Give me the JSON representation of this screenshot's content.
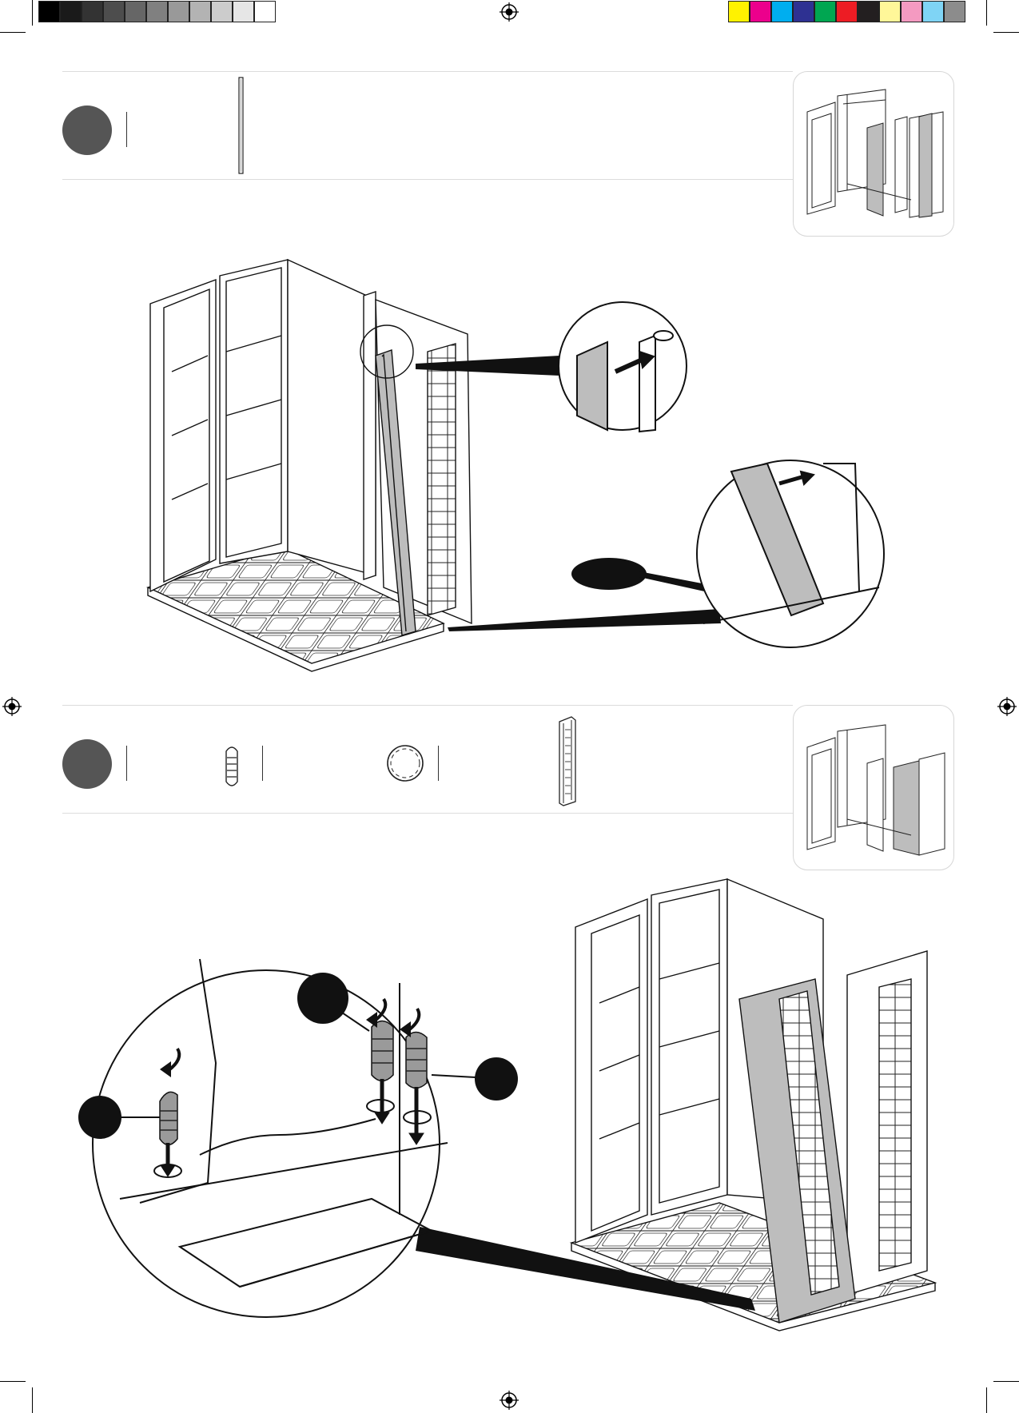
{
  "document": {
    "type": "assembly-instruction-page",
    "steps": [
      {
        "id": "step-a",
        "parts": [
          "post-strip"
        ]
      },
      {
        "id": "step-b",
        "parts": [
          "screw-anchor",
          "ring-washer",
          "wall-post"
        ]
      }
    ]
  },
  "colors": {
    "grayscale_bar": [
      "#000000",
      "#1a1a1a",
      "#333333",
      "#4d4d4d",
      "#666666",
      "#808080",
      "#999999",
      "#b3b3b3",
      "#cccccc",
      "#e6e6e6",
      "#ffffff"
    ],
    "process_bar": [
      "#fff200",
      "#ec008c",
      "#00aeef",
      "#2e3192",
      "#00a651",
      "#ed1c24",
      "#231f20",
      "#fff799",
      "#f49ac1",
      "#7fd4f5",
      "#8c8c8c"
    ],
    "step_dot": "#555555",
    "panel_fill": "#bdbdbd",
    "line": "#111111"
  },
  "icons": [
    "registration-mark-icon",
    "curved-arrow-icon",
    "down-arrow-icon",
    "push-arrow-icon"
  ]
}
